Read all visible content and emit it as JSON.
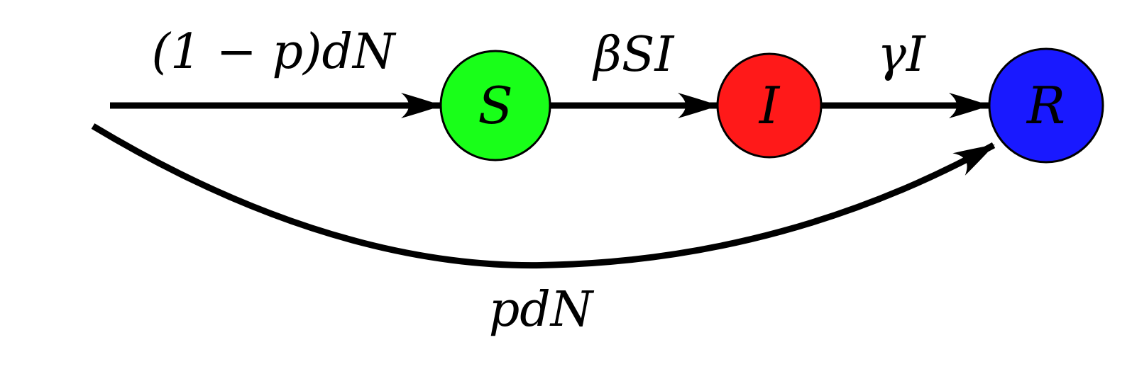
{
  "nodes": [
    {
      "id": "S",
      "label": "S",
      "color": "#19ff19"
    },
    {
      "id": "I",
      "label": "I",
      "color": "#ff1919"
    },
    {
      "id": "R",
      "label": "R",
      "color": "#1919ff"
    }
  ],
  "edges": [
    {
      "id": "inflow",
      "from": "source",
      "to": "S",
      "label": "(1 − p)dN"
    },
    {
      "id": "infection",
      "from": "S",
      "to": "I",
      "label": "βSI"
    },
    {
      "id": "recovery",
      "from": "I",
      "to": "R",
      "label": "γI"
    },
    {
      "id": "vaccination",
      "from": "source",
      "to": "R",
      "label": "pdN"
    }
  ]
}
